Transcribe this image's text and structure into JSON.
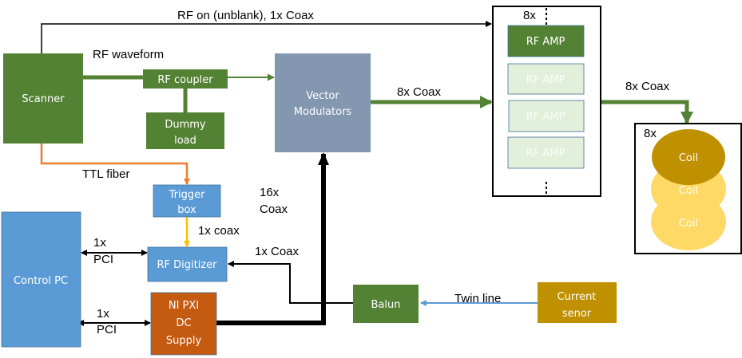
{
  "colors": {
    "green": "#548235",
    "vector_modulator": "#8497b0",
    "blue": "#5b9bd5",
    "orange_fiber": "#ed7d31",
    "yellow_coax": "#ffc000",
    "ni_pxi": "#c55a11",
    "gold": "#bf9000",
    "coil_light": "#ffd966",
    "rf_amp_light": "#e2efda"
  },
  "blocks": {
    "scanner": "Scanner",
    "rf_coupler": "RF coupler",
    "dummy_load": [
      "Dummy",
      "load"
    ],
    "vector_modulators": [
      "Vector",
      "Modulators"
    ],
    "rf_amps": {
      "count_label": "8x",
      "items": [
        "RF AMP",
        "RF AMP",
        "RF AMP",
        "RF AMP"
      ]
    },
    "coils": {
      "count_label": "8x",
      "items": [
        "Coil",
        "Coil",
        "Coil"
      ]
    },
    "trigger_box": [
      "Trigger",
      "box"
    ],
    "rf_digitizer": "RF Digitizer",
    "control_pc": "Control PC",
    "ni_pxi": [
      "NI PXI",
      "DC",
      "Supply"
    ],
    "balun": "Balun",
    "current_sensor": [
      "Current",
      "senor"
    ]
  },
  "connections": {
    "rf_on": "RF on (unblank), 1x Coax",
    "rf_waveform": "RF waveform",
    "vm_to_amp": "8x Coax",
    "amp_to_coil": "8x Coax",
    "ttl": "TTL fiber",
    "sixteen_coax": [
      "16x",
      "Coax"
    ],
    "trigger_coax": "1x coax",
    "balun_coax": "1x Coax",
    "pci_1": [
      "1x",
      "PCI"
    ],
    "pci_2": [
      "1x",
      "PCI"
    ],
    "twin_line": "Twin line"
  }
}
